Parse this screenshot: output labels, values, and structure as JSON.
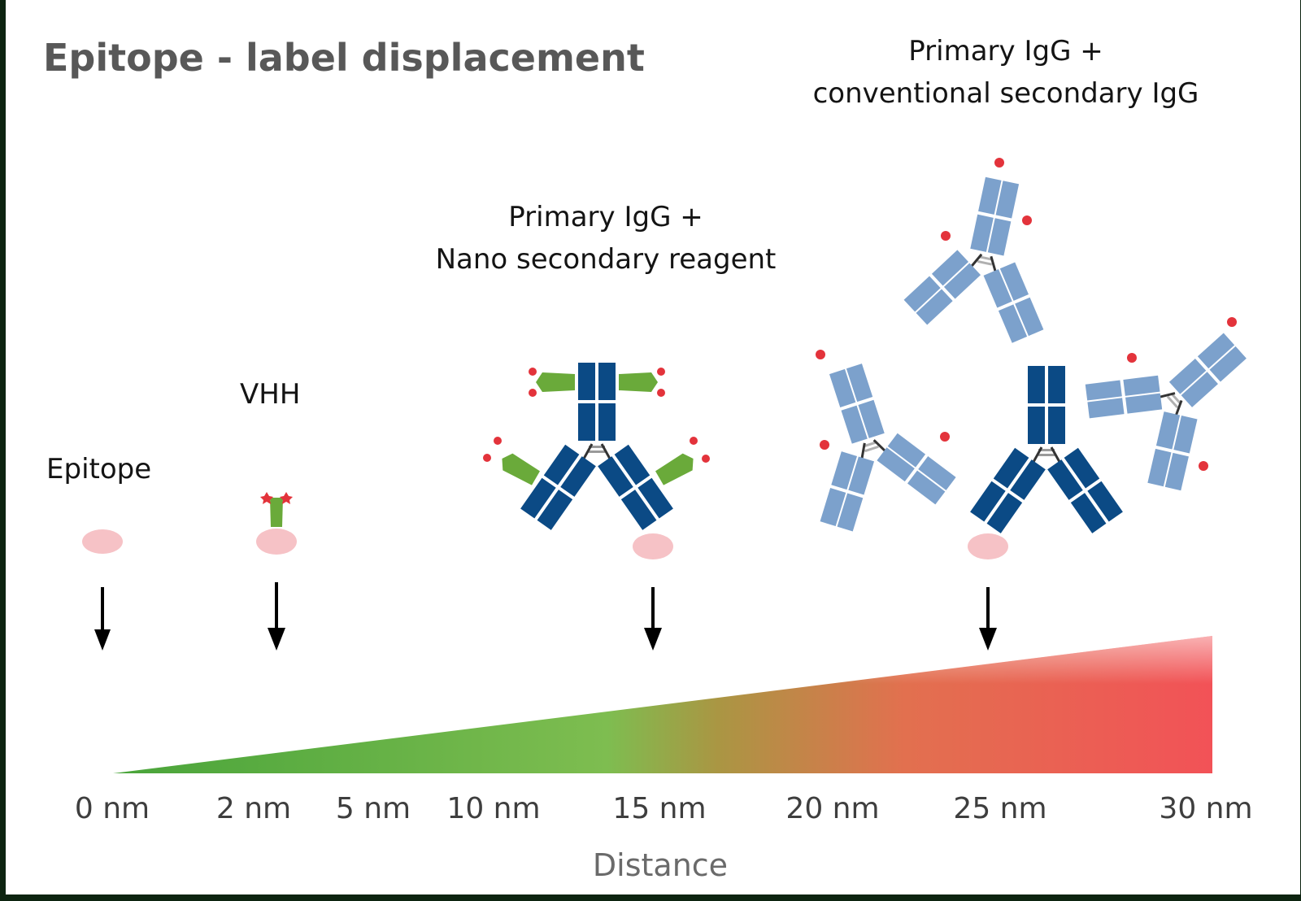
{
  "title": "Epitope - label displacement",
  "labels": {
    "epitope": "Epitope",
    "vhh": "VHH",
    "nano_line1": "Primary IgG +",
    "nano_line2": "Nano secondary reagent",
    "conv_line1": "Primary IgG +",
    "conv_line2": "conventional secondary IgG"
  },
  "axis": {
    "title": "Distance",
    "ticks": [
      "0 nm",
      "2 nm",
      "5 nm",
      "10 nm",
      "15 nm",
      "20 nm",
      "25 nm",
      "30 nm"
    ]
  },
  "colors": {
    "primary_igg": "#0b4a85",
    "secondary_igg": "#7ca1cc",
    "nanobody": "#6aaa3a",
    "epitope": "#f6c2c6",
    "fluorophore": "#e3333b",
    "gradient_start": "#6cbf4a",
    "gradient_end": "#f25257"
  }
}
